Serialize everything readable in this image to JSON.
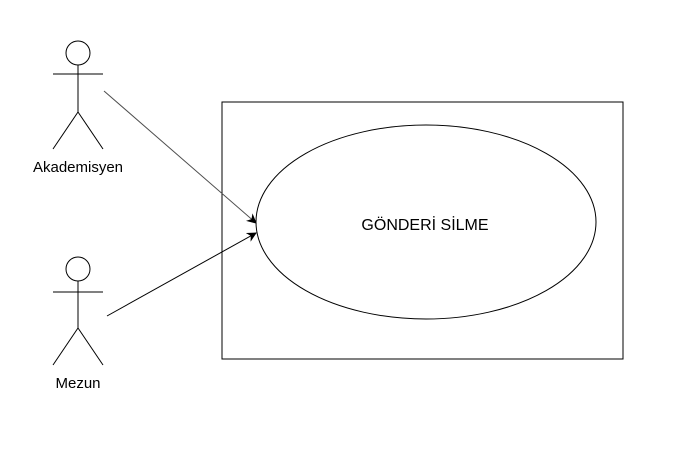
{
  "actors": [
    {
      "id": "akademisyen",
      "label": "Akademisyen"
    },
    {
      "id": "mezun",
      "label": "Mezun"
    }
  ],
  "use_case": {
    "label": "GÖNDERİ SİLME"
  },
  "colors": {
    "stroke": "#000000",
    "association_line_1": "#4d4d4d",
    "association_line_2": "#000000",
    "background": "#ffffff"
  }
}
